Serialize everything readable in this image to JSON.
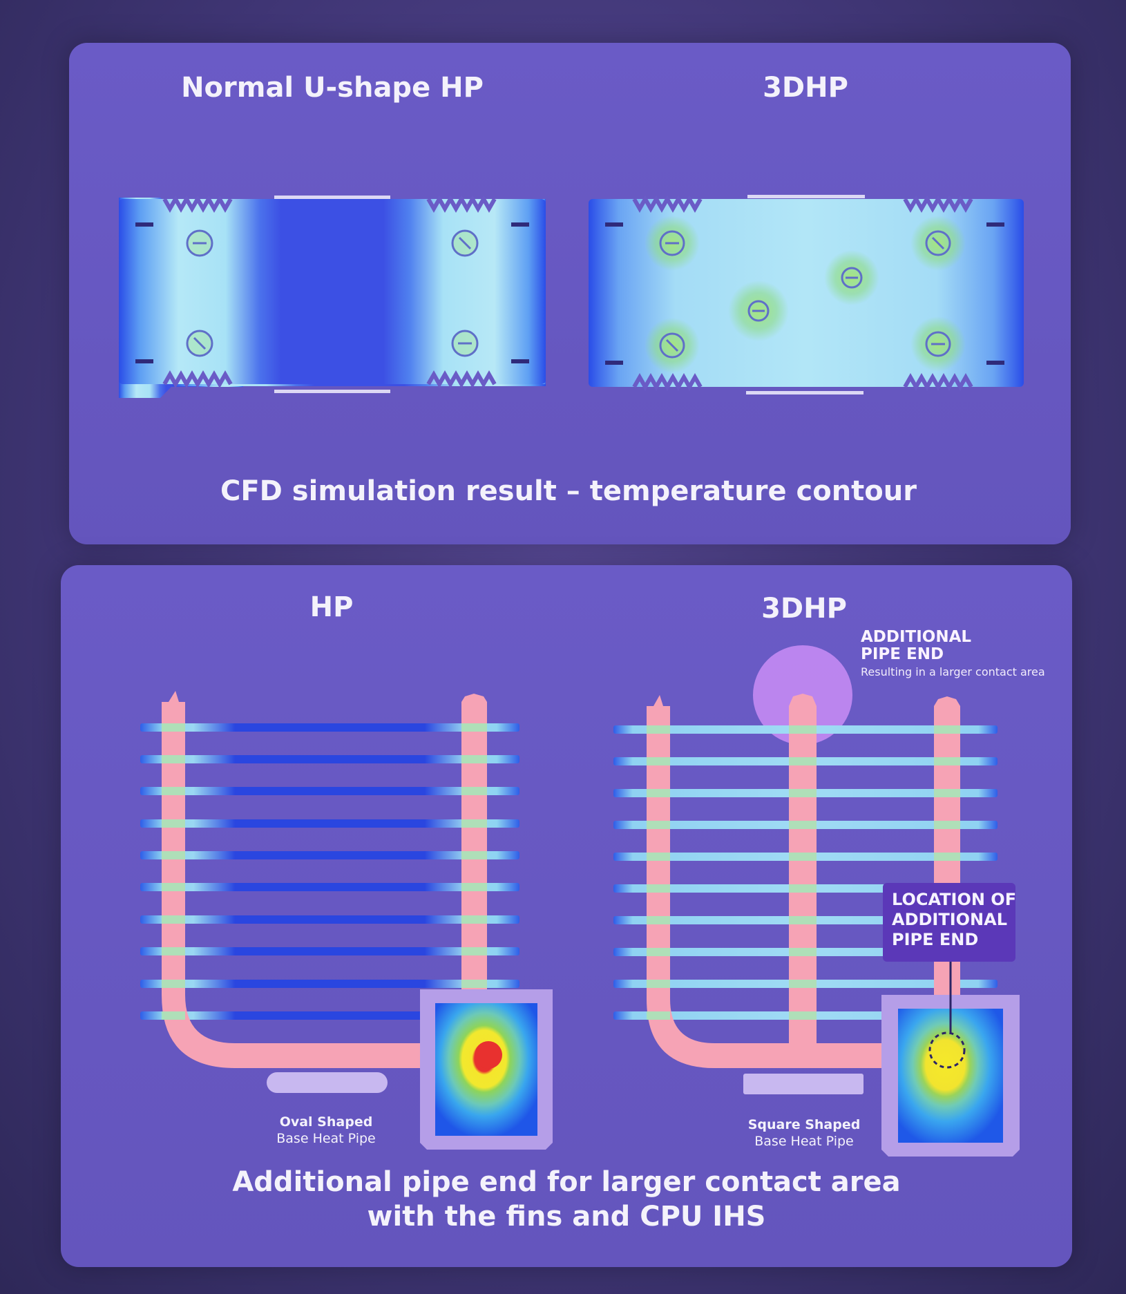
{
  "top_panel": {
    "left_title": "Normal U-shape HP",
    "right_title": "3DHP",
    "caption": "CFD simulation result – temperature contour"
  },
  "bottom_panel": {
    "left_title": "HP",
    "right_title": "3DHP",
    "callout_additional_end": {
      "line1": "ADDITIONAL",
      "line2": "PIPE END",
      "sub": "Resulting in a larger contact area"
    },
    "callout_location": {
      "line1": "LOCATION OF",
      "line2": "ADDITIONAL",
      "line3": "PIPE END"
    },
    "oval_label": {
      "line1": "Oval Shaped",
      "line2": "Base Heat Pipe"
    },
    "square_label": {
      "line1": "Square Shaped",
      "line2": "Base Heat Pipe"
    },
    "caption_line1": "Additional pipe end for larger contact area",
    "caption_line2": "with the fins and CPU IHS"
  },
  "colors": {
    "panel": "#6a5bc6",
    "pipe": "#f6a3b5",
    "fin_hot": "#9ad7f2",
    "fin_cold": "#2a46e0",
    "plate_cool": "#3f6ff0",
    "plate_warm": "#a9e4f6",
    "callout_bg": "#5b38b8",
    "hotspot_red": "#e8312f",
    "hotspot_yellow": "#f2e82e",
    "hotspot_green": "#7fd05a"
  }
}
